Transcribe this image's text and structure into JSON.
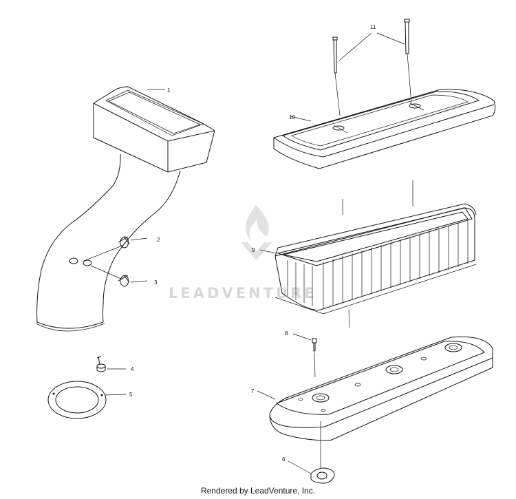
{
  "watermark": {
    "text": "LEADVENTURE"
  },
  "callouts": {
    "c1": "1",
    "c2": "2",
    "c3": "3",
    "c4": "4",
    "c5": "5",
    "c6": "6",
    "c7": "7",
    "c8": "8",
    "c9": "9",
    "c10": "10",
    "c11": "11"
  },
  "footer": {
    "text": "Rendered by LeadVenture, Inc."
  }
}
